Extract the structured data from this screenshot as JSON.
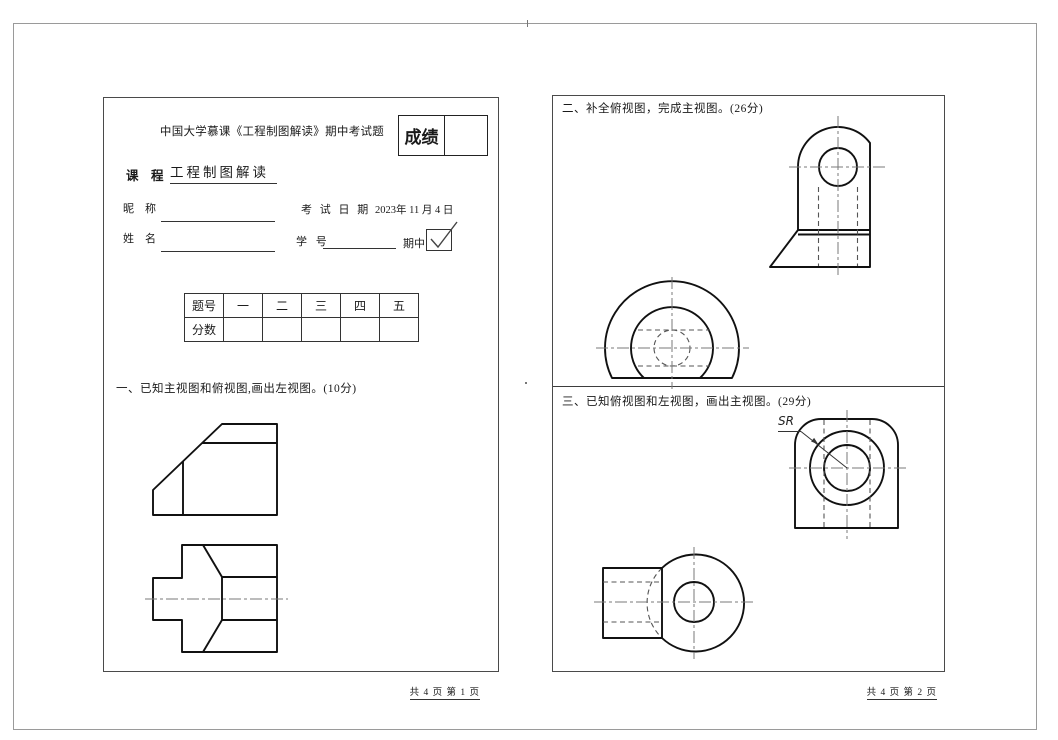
{
  "colors": {
    "ink": "#1a1a1a",
    "page_border": "#4a4a4a",
    "outer_frame": "#9a9a9a"
  },
  "page1": {
    "title": "中国大学慕课《工程制图解读》期中考试题",
    "grade_label": "成绩",
    "course_label": "课　程",
    "course_value": "工程制图解读",
    "nickname_label": "昵　称",
    "name_label": "姓　名",
    "exam_date_label": "考 试 日 期",
    "exam_date_value": "2023年 11 月 4 日",
    "student_id_label": "学 号",
    "midterm_label": "期中",
    "score_table": {
      "qn_label": "题号",
      "score_label": "分数",
      "columns": [
        "一",
        "二",
        "三",
        "四",
        "五"
      ]
    },
    "question1": "一、已知主视图和俯视图,画出左视图。(10分)",
    "footer": "共 4 页 第 1 页"
  },
  "page2": {
    "question2": "二、补全俯视图，完成主视图。(26分)",
    "question3": "三、已知俯视图和左视图，画出主视图。(29分)",
    "sr_label": "SR",
    "footer": "共 4 页 第 2 页"
  }
}
